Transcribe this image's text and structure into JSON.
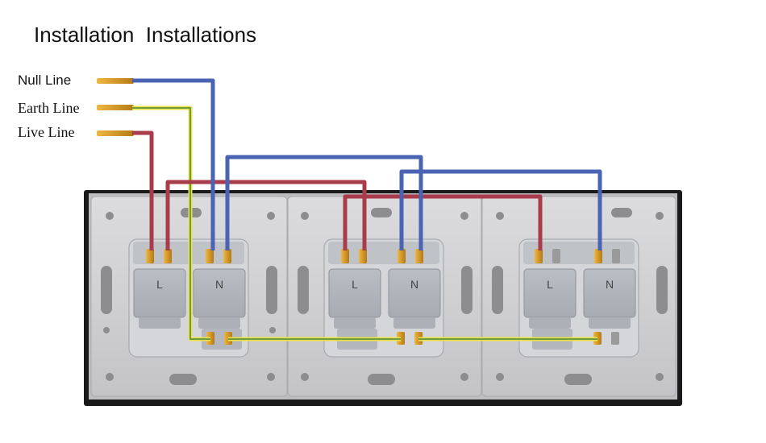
{
  "title": "Installation  Installations",
  "wires": {
    "null_label": "Null Line",
    "earth_label": "Earth Line",
    "live_label": "Live Line"
  },
  "terminal_labels": {
    "live": "L",
    "neutral": "N"
  },
  "colors": {
    "neutral": "#4a63b3",
    "live": "#a83c4a",
    "earth_yellow": "#e9e24a",
    "earth_green": "#6f9a3e",
    "plate": "#d2d2d4",
    "frame": "#1a1a1a"
  }
}
